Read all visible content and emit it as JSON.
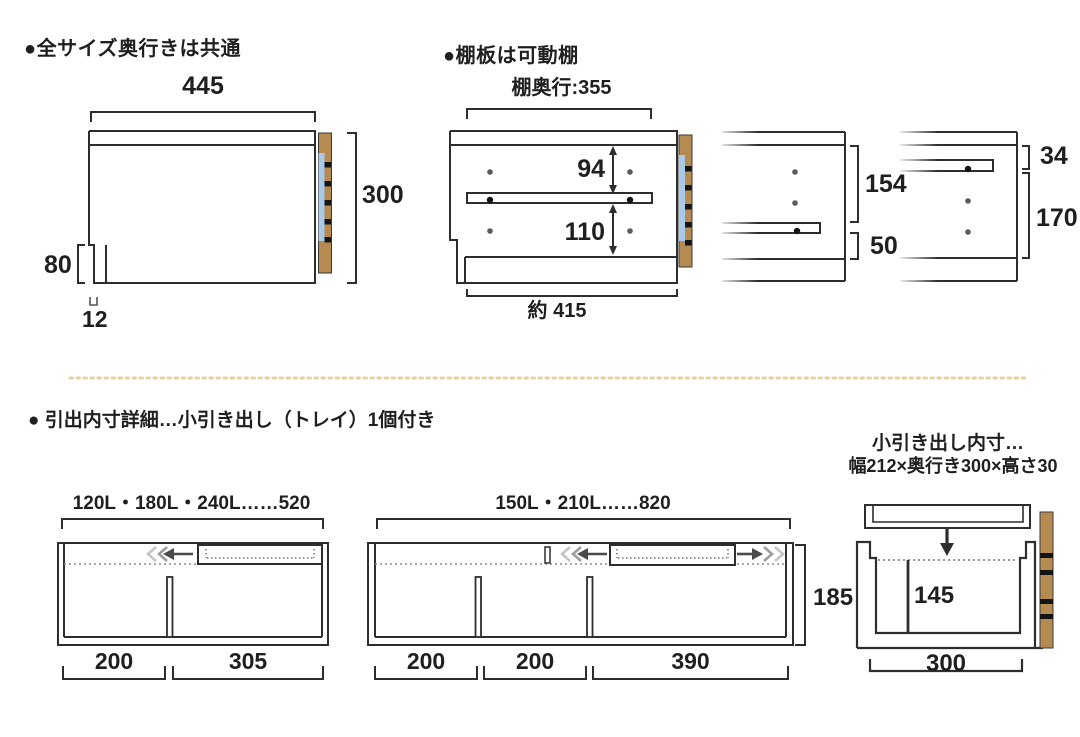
{
  "colors": {
    "line": "#2e2e2e",
    "wood": "#b58b51",
    "groove_blue": "#a9c9e6",
    "divider_dots": "#e8cf9f",
    "arrow_light": "#c6c6c6",
    "arrow_mid": "#9d9d9d",
    "arrow_dark": "#4a4a4a"
  },
  "section_depth": {
    "heading": "●全サイズ奥行きは共通",
    "width": "445",
    "height": "300",
    "base_height": "80",
    "base_thickness": "12"
  },
  "section_shelf": {
    "heading": "●棚板は可動棚",
    "shelf_depth": "棚奥行:355",
    "gap_above": "94",
    "gap_below": "110",
    "bottom_width": "約 415",
    "alt1_upper": "154",
    "alt1_lower": "50",
    "alt2_upper": "34",
    "alt2_lower": "170"
  },
  "section_drawers": {
    "heading": "● 引出内寸詳細…小引き出し（トレイ）1個付き",
    "drawer_a": {
      "size_range": "120L・180L・240L……520",
      "compartments": [
        "200",
        "305"
      ]
    },
    "drawer_b": {
      "size_range": "150L・210L……820",
      "compartments": [
        "200",
        "200",
        "390"
      ],
      "inner_height": "185"
    },
    "tray": {
      "heading_line1": "小引き出し内寸…",
      "heading_line2": "幅212×奥行き300×高さ30",
      "divider_height": "145",
      "inner_depth": "300"
    }
  }
}
